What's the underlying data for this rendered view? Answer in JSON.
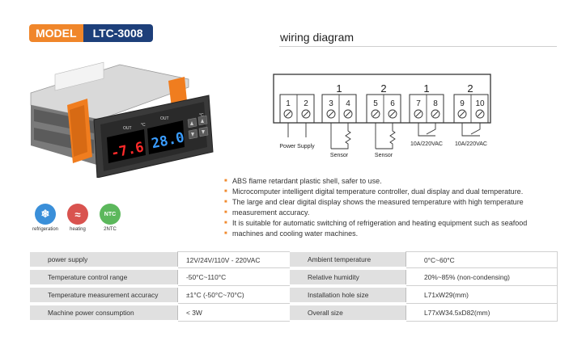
{
  "model": {
    "label": "MODEL",
    "value": "LTC-3008"
  },
  "wiring_title": "wiring diagram",
  "wiring": {
    "groups": [
      "1",
      "2",
      "1",
      "2"
    ],
    "terminals": [
      "1",
      "2",
      "3",
      "4",
      "5",
      "6",
      "7",
      "8",
      "9",
      "10"
    ],
    "labels": {
      "power": "Power Supply",
      "sensor1": "Sensor",
      "sensor2": "Sensor",
      "relay1": "10A/220VAC",
      "relay2": "10A/220VAC"
    }
  },
  "device": {
    "display_left": "-7.6",
    "display_right": "28.0",
    "out1": "OUT",
    "out2": "OUT",
    "unit1": "°C",
    "unit2": "°C"
  },
  "features": [
    {
      "icon": "snowflake-icon",
      "label": "refrigeration",
      "color": "#3a8fd9",
      "glyph": "❄"
    },
    {
      "icon": "heat-waves-icon",
      "label": "heating",
      "color": "#d9534f",
      "glyph": "≈"
    },
    {
      "icon": "ntc-sensor-icon",
      "label": "2NTC",
      "color": "#5cb85c",
      "glyph": "NTC"
    }
  ],
  "bullets": [
    "ABS flame retardant plastic shell, safer to use.",
    "Microcomputer intelligent digital temperature controller, dual display and dual temperature.",
    "The large and clear digital display shows the measured temperature with high temperature",
    "measurement accuracy.",
    "It is suitable for automatic switching of refrigeration and heating equipment such as seafood",
    "machines and cooling water machines."
  ],
  "specs": [
    {
      "k1": "power supply",
      "v1": "12V/24V/110V - 220VAC",
      "k2": "Ambient temperature",
      "v2": "0°C~60°C"
    },
    {
      "k1": "Temperature control range",
      "v1": "-50°C~110°C",
      "k2": "Relative humidity",
      "v2": "20%~85% (non-condensing)"
    },
    {
      "k1": "Temperature measurement accuracy",
      "v1": "±1°C (-50°C~70°C)",
      "k2": "Installation hole size",
      "v2": "L71xW29(mm)"
    },
    {
      "k1": "Machine power consumption",
      "v1": "< 3W",
      "k2": "Overall size",
      "v2": "L77xW34.5xD82(mm)"
    }
  ],
  "colors": {
    "accent_orange": "#f0862a",
    "brand_blue": "#1d3f7a",
    "led_red": "#ff2a2a",
    "led_blue": "#3a9cff"
  }
}
